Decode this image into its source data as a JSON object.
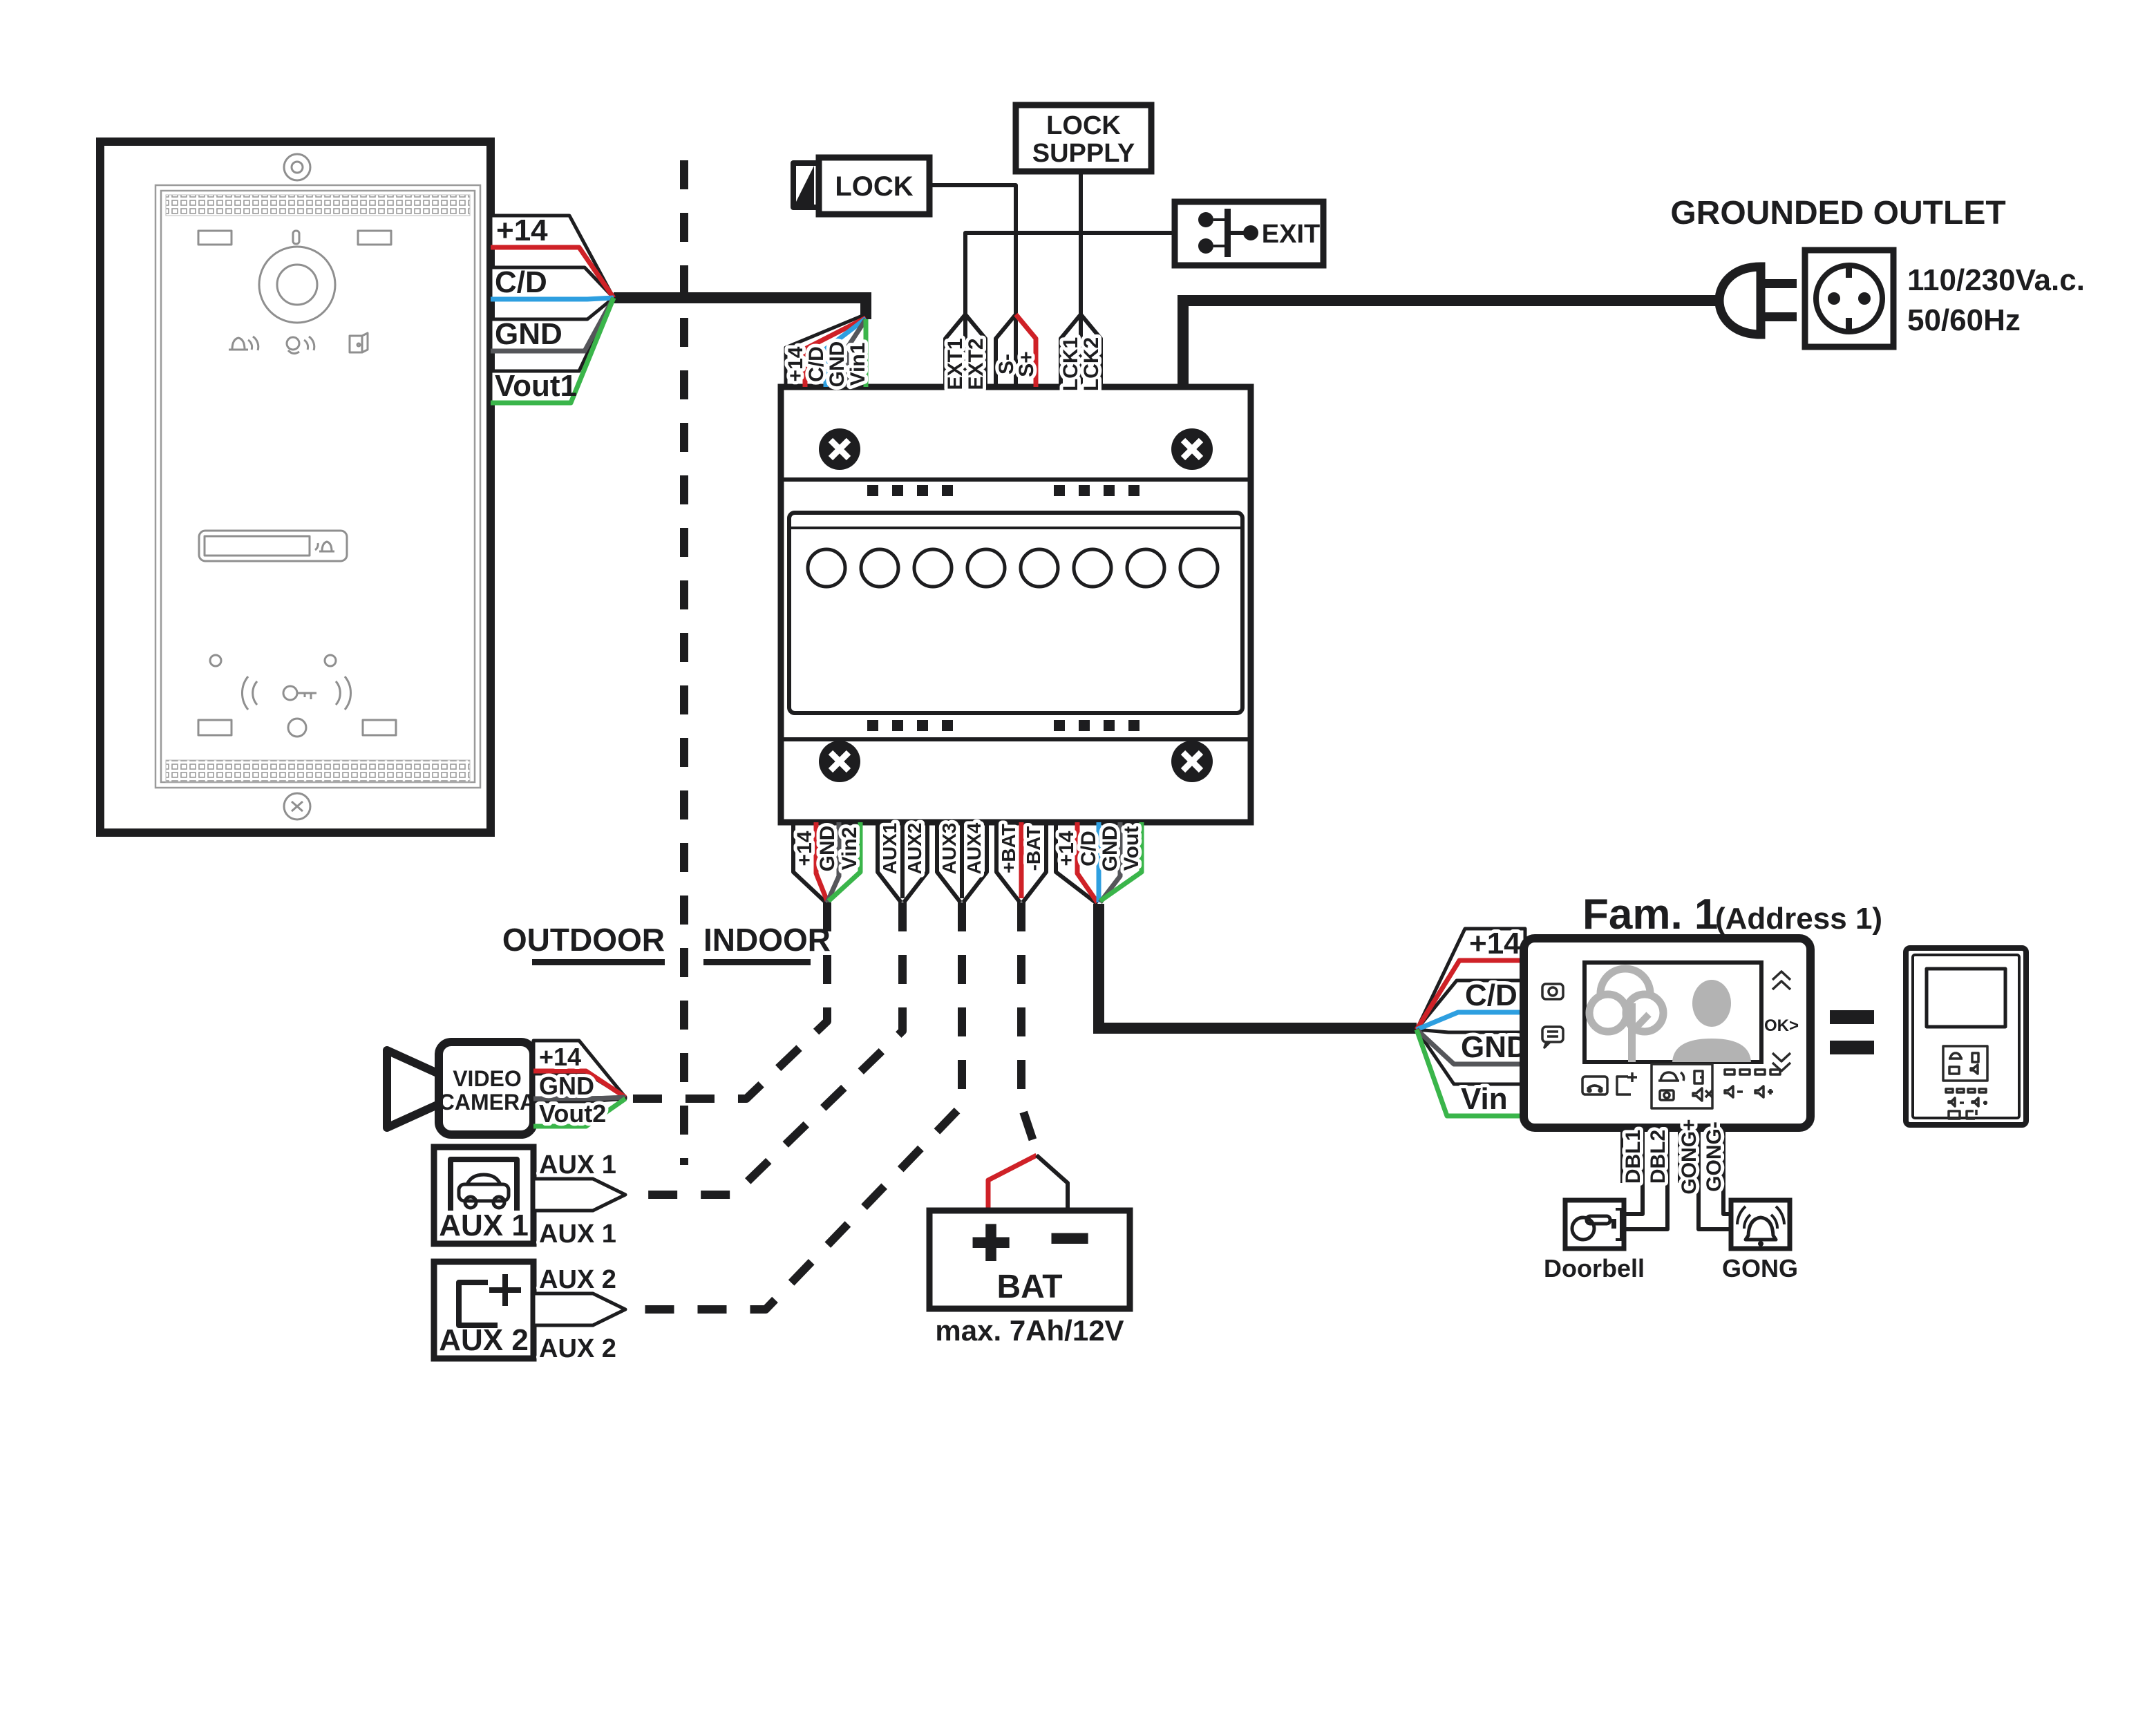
{
  "zones": {
    "outdoor": "OUTDOOR",
    "indoor": "INDOOR"
  },
  "station_cable": {
    "p14": "+14",
    "cd": "C/D",
    "gnd": "GND",
    "vout1": "Vout1"
  },
  "lock": {
    "label": "LOCK"
  },
  "lock_supply": {
    "line1": "LOCK",
    "line2": "SUPPLY"
  },
  "exit": {
    "label": "EXIT"
  },
  "outlet": {
    "title": "GROUNDED OUTLET",
    "voltage": "110/230Va.c.",
    "frequency": "50/60Hz"
  },
  "psu": {
    "top": {
      "p14": "+14",
      "cd": "C/D",
      "gnd": "GND",
      "vin1": "Vin1",
      "ext1": "EXT1",
      "ext2": "EXT2",
      "sminus": "S-",
      "splus": "S+",
      "lck1": "LCK1",
      "lck2": "LCK2"
    },
    "bottom": {
      "p14": "+14",
      "gnd": "GND",
      "vin2": "Vin2",
      "aux1": "AUX1",
      "aux2": "AUX2",
      "aux3": "AUX3",
      "aux4": "AUX4",
      "pbat": "+BAT",
      "mbat": "-BAT",
      "p14b": "+14",
      "cd": "C/D",
      "gndb": "GND",
      "vout": "Vout"
    }
  },
  "camera": {
    "line1": "VIDEO",
    "line2": "CAMERA",
    "p14": "+14",
    "gnd": "GND",
    "vout2": "Vout2"
  },
  "aux1": {
    "box": "AUX 1",
    "wire_top": "AUX 1",
    "wire_bottom": "AUX 1"
  },
  "aux2": {
    "box": "AUX 2",
    "wire_top": "AUX 2",
    "wire_bottom": "AUX 2"
  },
  "battery": {
    "plus": "+",
    "minus": "−",
    "name": "BAT",
    "caption": "max. 7Ah/12V"
  },
  "monitor": {
    "family": "Fam. 1",
    "address": "(Address 1)",
    "p14": "+14",
    "cd": "C/D",
    "gnd": "GND",
    "vin": "Vin",
    "ok": "OK>",
    "dbl1": "DBL1",
    "dbl2": "DBL2",
    "gongp": "GONG+",
    "gongm": "GONG-"
  },
  "doorbell": {
    "label": "Doorbell"
  },
  "gong": {
    "label": "GONG"
  },
  "colors": {
    "red": "#cf2127",
    "blue": "#2e9fe0",
    "green": "#3ab54a",
    "gray": "#55565a",
    "ink": "#1d1d1f"
  }
}
